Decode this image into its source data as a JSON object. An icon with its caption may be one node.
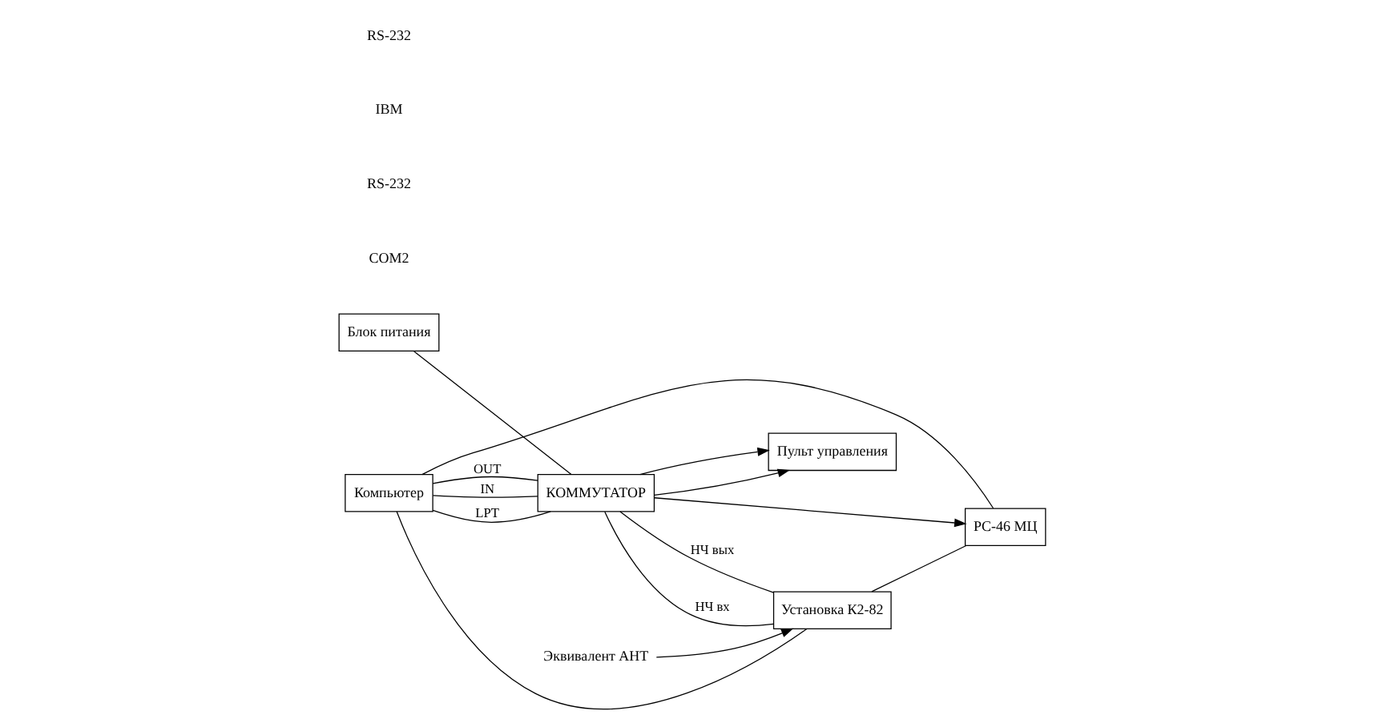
{
  "diagram": {
    "nodes": [
      {
        "text": [
          "Компьютер"
        ]
      },
      {
        "text": [
          "Блок питания"
        ]
      },
      {
        "text": [
          "КОММУТАТОР"
        ]
      },
      {
        "text": [
          "Установка К2-82"
        ]
      },
      {
        "text": [
          "Пульт управления"
        ]
      },
      {
        "text": [
          "РС-46 МЦ"
        ]
      },
      {
        "text": [
          "Эквивалент АНТ"
        ]
      }
    ],
    "edges": [
      {
        "from": 0,
        "to": 3,
        "arrow": "none"
      },
      {
        "from": 1,
        "to": 2,
        "arrow": "none"
      },
      {
        "from": 0,
        "to": 2,
        "arrow": "none",
        "label": "OUT"
      },
      {
        "from": 0,
        "to": 2,
        "arrow": "none",
        "label": "IN"
      },
      {
        "from": 0,
        "to": 2,
        "arrow": "none",
        "label": "LPT"
      },
      {
        "from": 2,
        "to": 3,
        "arrow": "none",
        "label": "НЧ вх"
      },
      {
        "from": 2,
        "to": 3,
        "arrow": "none",
        "label": "НЧ вых"
      },
      {
        "from": 6,
        "to": 3,
        "arrow": "to"
      },
      {
        "from": 2,
        "to": 4,
        "arrow": "to"
      },
      {
        "from": 2,
        "to": 4,
        "arrow": "to"
      },
      {
        "from": 2,
        "to": 5,
        "arrow": "to"
      },
      {
        "from": 0,
        "to": 5,
        "arrow": "none"
      },
      {
        "from": 3,
        "to": 5,
        "arrow": "none"
      }
    ],
    "labels": [
      "COM2",
      "RS-232",
      "IBM",
      "RS-232"
    ]
  }
}
